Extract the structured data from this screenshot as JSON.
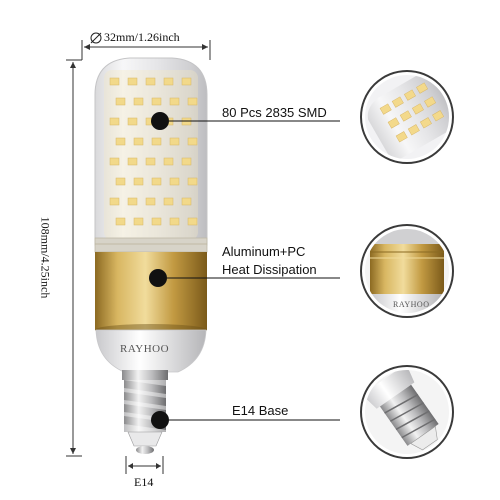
{
  "dimensions": {
    "diameter": "32mm/1.26inch",
    "height": "108mm/4.25inch",
    "base_width": "E14"
  },
  "brand": "RAYHOO",
  "callouts": [
    {
      "line1": "80 Pcs 2835 SMD",
      "line2": ""
    },
    {
      "line1": "Aluminum+PC",
      "line2": "Heat Dissipation"
    },
    {
      "line1": "E14  Base",
      "line2": ""
    }
  ],
  "colors": {
    "gold": "#c9a24a",
    "led_yellow": "#f2d98a",
    "shell": "#e9e9ea",
    "dot": "#111111"
  },
  "icons": {
    "diameter": "diameter-icon"
  }
}
